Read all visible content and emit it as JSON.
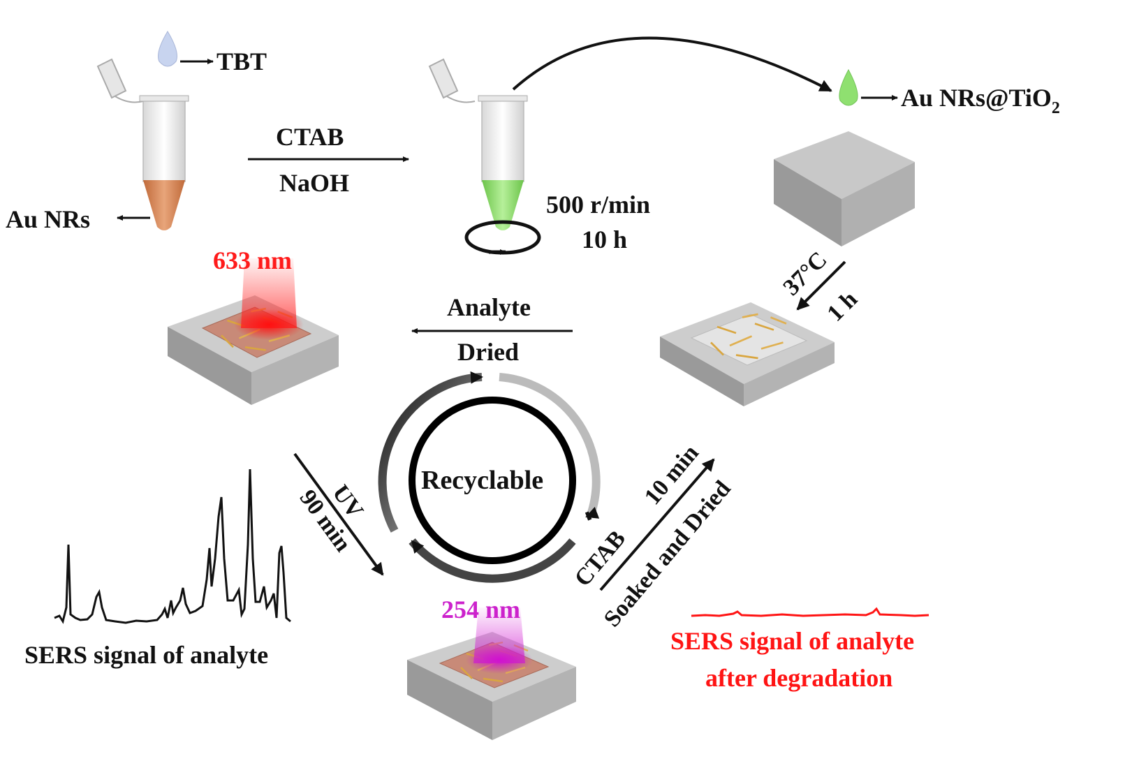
{
  "labels": {
    "tbt": "TBT",
    "au_nrs": "Au NRs",
    "ctab_top": "CTAB",
    "naoh": "NaOH",
    "speed": "500 r/min",
    "duration": "10 h",
    "product_prefix": "Au NRs@TiO",
    "product_subscript": "2",
    "temp": "37°C",
    "incubate": "1 h",
    "analyte": "Analyte",
    "dried": "Dried",
    "laser_633": "633 nm",
    "uv": "UV",
    "uv_time": "90 min",
    "recyclable": "Recyclable",
    "ctab_soak": "CTAB",
    "soak_time": "10 min",
    "soaked": "Soaked and Dried",
    "laser_254": "254 nm",
    "sers_before": "SERS signal of analyte",
    "sers_after_1": "SERS signal of analyte",
    "sers_after_2": "after degradation"
  },
  "colors": {
    "laser_633": "#ff1a1a",
    "laser_254": "#cc22cc",
    "degraded_signal": "#ff1414",
    "au_solution": "#d98a55",
    "product_solution": "#8fe070",
    "tbt_drop": "#c8d4ef"
  }
}
